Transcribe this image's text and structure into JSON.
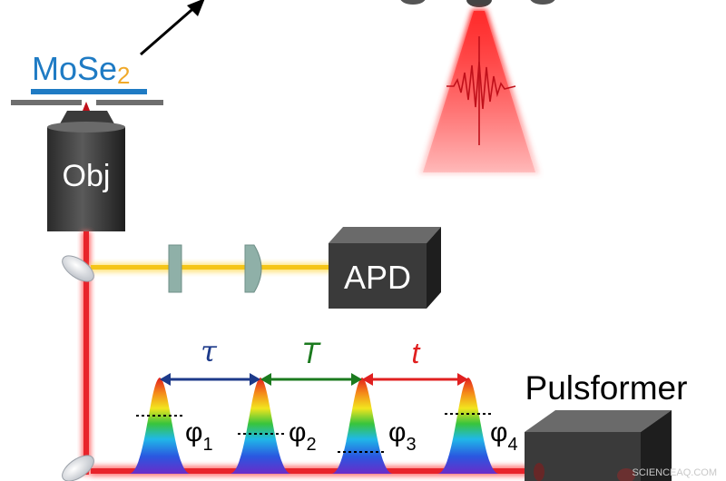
{
  "sample": {
    "name": "MoSe",
    "subscript": "2"
  },
  "labels": {
    "objective": "Obj",
    "detector": "APD",
    "pulse_shaper": "Pulsformer",
    "watermark": "SCIENCEAQ.COM"
  },
  "delays": {
    "tau": "τ",
    "big_t": "T",
    "small_t": "t"
  },
  "phases": [
    {
      "symbol": "φ",
      "index": "1"
    },
    {
      "symbol": "φ",
      "index": "2"
    },
    {
      "symbol": "φ",
      "index": "3"
    },
    {
      "symbol": "φ",
      "index": "4"
    }
  ],
  "colors": {
    "sample_blue": "#1f7bc4",
    "sample_orange": "#f0a92a",
    "laser_red": "#e8232a",
    "fluorescence_yellow": "#f5c518",
    "tau_arrow": "#1d3a8a",
    "big_t_arrow": "#1b7a1e",
    "small_t_arrow": "#e02020",
    "box_dark": "#3a3a3a"
  }
}
